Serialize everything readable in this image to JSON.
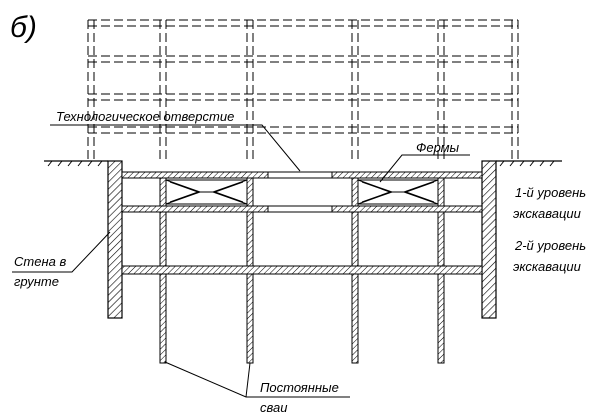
{
  "figure_label": "б)",
  "labels": {
    "tech_opening": "Технологическое отверстие",
    "trusses": "Фермы",
    "level1_a": "1-й уровень",
    "level1_b": "экскавации",
    "level2_a": "2-й уровень",
    "level2_b": "экскавации",
    "wall_a": "Стена в",
    "wall_b": "грунте",
    "piles_a": "Постоянные",
    "piles_b": "сваи"
  },
  "colors": {
    "line": "#000000",
    "background": "#ffffff",
    "hatch_fill": "#c8c8c8"
  }
}
